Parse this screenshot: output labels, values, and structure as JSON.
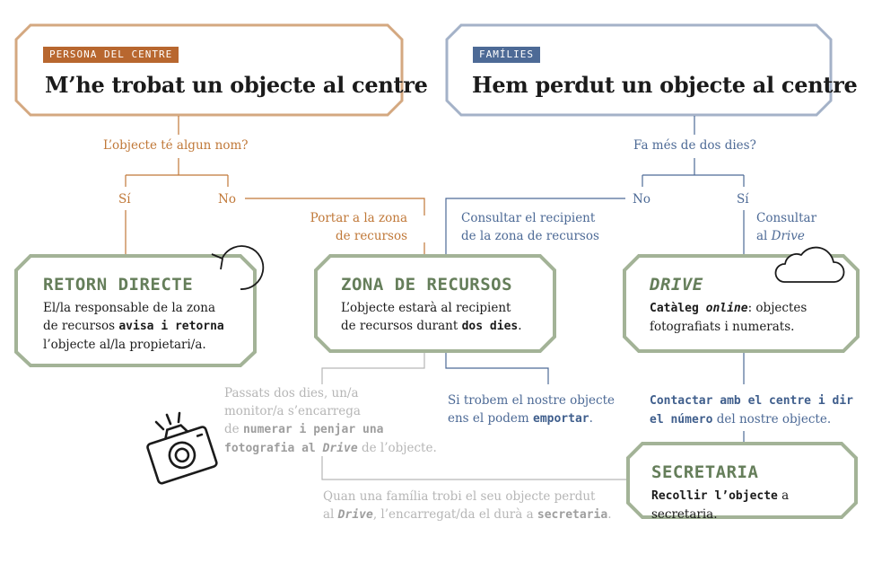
{
  "staff": {
    "tag": "PERSONA DEL CENTRE",
    "title": "M’he trobat un objecte al centre",
    "question": "L’objecte té algun nom?",
    "yes": "Sí",
    "no": "No",
    "carry_line1": "Portar a la zona",
    "carry_line2": "de recursos"
  },
  "families": {
    "tag": "FAMÍLIES",
    "title": "Hem perdut un objecte al centre",
    "question": "Fa més de dos dies?",
    "no": "No",
    "yes": "Sí",
    "consult_recipient_line1": "Consultar el recipient",
    "consult_recipient_line2": "de la zona de recursos",
    "consult_drive_line1": "Consultar",
    "consult_drive_prefix": "al ",
    "consult_drive_italic": "Drive"
  },
  "boxes": {
    "retorn": {
      "title": "RETORN DIRECTE",
      "line1": "El/la responsable de la zona",
      "line2_pre": "de recursos ",
      "line2_bold": "avisa i retorna",
      "line3": "l’objecte al/la propietari/a."
    },
    "zona": {
      "title": "ZONA DE RECURSOS",
      "line1": "L’objecte estarà al recipient",
      "line2_pre": "de recursos durant ",
      "line2_bold": "dos dies",
      "line2_post": "."
    },
    "drive": {
      "title": "DRIVE",
      "line1_bold": "Catàleg ",
      "line1_bolditalic": "online",
      "line1_post": ": objectes",
      "line2": "fotografiats i numerats."
    },
    "secretaria": {
      "title": "SECRETARIA",
      "line1_bold": "Recollir l’objecte",
      "line1_post": " a secretaria."
    }
  },
  "notes": {
    "after_two_days": {
      "line1": "Passats dos dies, un/a",
      "line2": "monitor/a s’encarrega",
      "line3_pre": "de ",
      "line3_bold": "numerar i penjar una",
      "line4_bold": "fotografia al ",
      "line4_bolditalic": "Drive",
      "line4_post": " de l’objecte."
    },
    "found_own": {
      "line1": "Si trobem el nostre objecte",
      "line2_pre": "ens el podem ",
      "line2_bold": "emportar",
      "line2_post": "."
    },
    "contact": {
      "line1_bold": "Contactar amb el centre i dir",
      "line2_bold": "el número",
      "line2_post": " del nostre objecte."
    },
    "family_finds": {
      "line1": "Quan una família trobi el seu objecte perdut",
      "line2_pre": "al ",
      "line2_bolditalic": "Drive",
      "line2_mid": ", l’encarregat/da el durà a ",
      "line2_bold": "secretaria",
      "line2_post": "."
    }
  },
  "colors": {
    "staff": "#d4a880",
    "staff_tag": "#b8672f",
    "families": "#a4b2c8",
    "families_tag": "#4d6a96",
    "box_border": "#a3b397",
    "box_title": "#657e5a",
    "orange_text": "#c07838",
    "blue_text": "#4d6a96",
    "grey_text": "#b6b6b6"
  },
  "icons": [
    "return-arrow-icon",
    "cloud-icon",
    "camera-icon"
  ]
}
